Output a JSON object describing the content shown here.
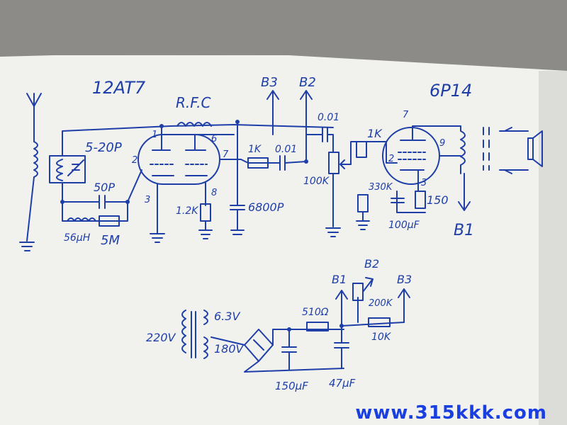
{
  "colors": {
    "ink": "#1f3fa8",
    "paper": "#f1f1ee",
    "watermark": "#1a3fe0"
  },
  "labels": {
    "tube1": "12AT7",
    "rfc": "R.F.C",
    "b3_top": "B3",
    "b2_top": "B2",
    "tube2": "6P14",
    "cap_5_20p": "5-20P",
    "pin1": "1",
    "pin6": "6",
    "pin2": "2",
    "pin7": "7",
    "pin3": "3",
    "pin8": "8",
    "c_001_a": "0.01",
    "c_001_b": "0.01",
    "r_1k_a": "1K",
    "r_1k_b": "1K",
    "cap_50p": "50P",
    "r_12k": "1.2K",
    "cap_6800p": "6800P",
    "pot_100k": "100K",
    "r_330k": "330K",
    "r_150": "150",
    "cap_100uf": "100μF",
    "b1_right": "B1",
    "tube2_pin7": "7",
    "tube2_pin9": "9",
    "tube2_pin2": "2",
    "tube2_pin3": "3",
    "ind_56uh": "56μH",
    "r_5m": "5M",
    "ps_b1": "B1",
    "ps_b2": "B2",
    "ps_b3": "B3",
    "r_510": "510Ω",
    "r_200k": "200K",
    "r_10k": "10K",
    "v_63": "6.3V",
    "v_220": "220V",
    "v_180": "180V",
    "c_150uf": "150μF",
    "c_47uf": "47μF"
  },
  "watermark": "www.315kkk.com"
}
